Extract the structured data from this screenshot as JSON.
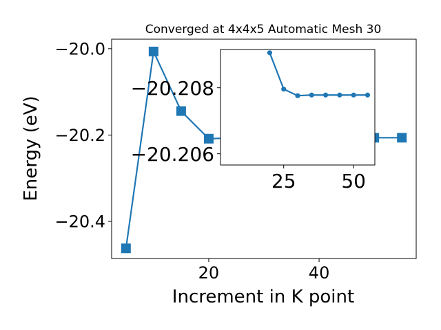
{
  "colors": {
    "series": "#1f77b4",
    "axis": "#000000",
    "background": "#ffffff"
  },
  "chart_data": [
    {
      "type": "line",
      "title": "Converged at 4x4x5 Automatic Mesh 30",
      "xlabel": "Increment in K point",
      "ylabel": "Energy (eV)",
      "marker": "square",
      "xlim": [
        2.4,
        57.6
      ],
      "ylim": [
        -20.486,
        -19.978
      ],
      "xticks": [
        20,
        40
      ],
      "xtick_labels": [
        "20",
        "40"
      ],
      "yticks": [
        -20.4,
        -20.2,
        -20.0
      ],
      "ytick_labels": [
        "−20.4",
        "−20.2",
        "−20.0"
      ],
      "series": [
        {
          "x": [
            5,
            10,
            15,
            20,
            25,
            30,
            35,
            40,
            45,
            50,
            55
          ],
          "y": [
            -20.4625,
            -20.0065,
            -20.1445,
            -20.2085,
            -20.2065,
            -20.2062,
            -20.2062,
            -20.2062,
            -20.2062,
            -20.2062,
            -20.2062
          ]
        }
      ]
    },
    {
      "type": "line",
      "title": "",
      "xlabel": "",
      "ylabel": "",
      "marker": "circle",
      "xlim": [
        2.4,
        57.6
      ],
      "ylim": [
        -20.20566,
        -20.20916
      ],
      "xticks": [
        25,
        50
      ],
      "xtick_labels": [
        "25",
        "50"
      ],
      "yticks": [
        -20.208,
        -20.206
      ],
      "ytick_labels": [
        "−20.208",
        "−20.206"
      ],
      "series": [
        {
          "x": [
            20,
            25,
            30,
            35,
            40,
            45,
            50,
            55
          ],
          "y": [
            -20.20906,
            -20.20796,
            -20.20776,
            -20.20778,
            -20.20778,
            -20.20778,
            -20.20778,
            -20.20778
          ]
        }
      ]
    }
  ]
}
